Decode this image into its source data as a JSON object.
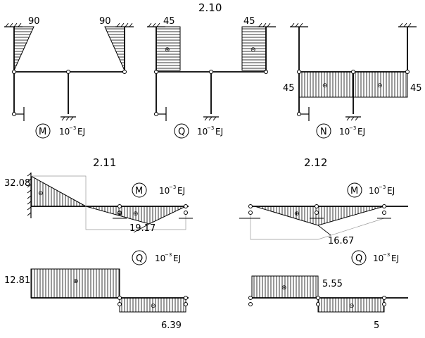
{
  "figure_2_10": {
    "title": "2.10",
    "moment": {
      "left_value": "90",
      "right_value": "90",
      "label": "M",
      "unit": "10",
      "exponent": "−3",
      "unit_suffix": "EJ"
    },
    "shear": {
      "left_value": "45",
      "right_value": "45",
      "left_sign": "⊕",
      "right_sign": "⊖",
      "label": "Q",
      "unit": "10",
      "exponent": "−3",
      "unit_suffix": "EJ"
    },
    "normal": {
      "left_value": "45",
      "right_value": "45",
      "left_sign": "⊖",
      "right_sign": "⊖",
      "label": "N",
      "unit": "10",
      "exponent": "−3",
      "unit_suffix": "EJ"
    }
  },
  "figure_2_11": {
    "title": "2.11",
    "moment": {
      "left_value": "32.08",
      "right_value": "19.17",
      "neg_sign": "⊖",
      "pos_sign_a": "⊕",
      "pos_sign_b": "⊕",
      "label": "M",
      "unit": "10",
      "exponent": "−3",
      "unit_suffix": "EJ"
    },
    "shear": {
      "left_value": "12.81",
      "right_value": "6.39",
      "pos_sign": "⊕",
      "neg_sign": "⊖",
      "label": "Q",
      "unit": "10",
      "exponent": "−3",
      "unit_suffix": "EJ"
    }
  },
  "figure_2_12": {
    "title": "2.12",
    "moment": {
      "value": "16.67",
      "pos_sign": "⊕",
      "label": "M",
      "unit": "10",
      "exponent": "−3",
      "unit_suffix": "EJ"
    },
    "shear": {
      "left_value": "5.55",
      "right_value": "5",
      "pos_sign": "⊕",
      "neg_sign": "⊖",
      "label": "Q",
      "unit": "10",
      "exponent": "−3",
      "unit_suffix": "EJ"
    }
  }
}
